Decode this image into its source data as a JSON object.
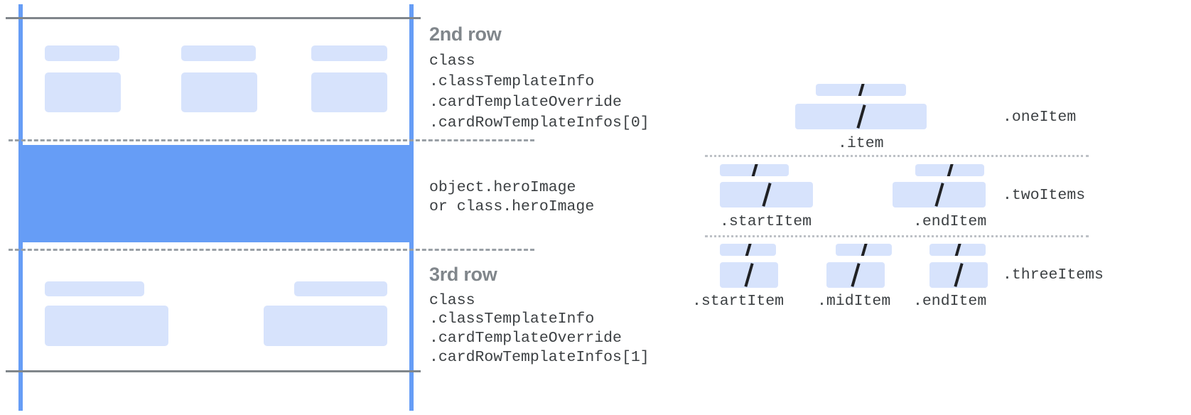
{
  "diagram": {
    "title_color": "#80868b",
    "accent_blue": "#669df6",
    "placeholder_blue": "#d7e3fc",
    "text_color": "#3c4043",
    "left_panel": {
      "second_row": {
        "title": "2nd row",
        "code_lines": [
          "class",
          ".classTemplateInfo",
          ".cardTemplateOverride",
          ".cardRowTemplateInfos[0]"
        ]
      },
      "hero": {
        "code_lines": [
          "object.heroImage",
          "or class.heroImage"
        ]
      },
      "third_row": {
        "title": "3rd row",
        "code_lines": [
          "class",
          ".classTemplateInfo",
          ".cardTemplateOverride",
          ".cardRowTemplateInfos[1]"
        ]
      }
    },
    "right_panel": {
      "groups": [
        {
          "name": ".oneItem",
          "items": [
            {
              "label": ".item"
            }
          ]
        },
        {
          "name": ".twoItems",
          "items": [
            {
              "label": ".startItem"
            },
            {
              "label": ".endItem"
            }
          ]
        },
        {
          "name": ".threeItems",
          "items": [
            {
              "label": ".startItem"
            },
            {
              "label": ".midItem"
            },
            {
              "label": ".endItem"
            }
          ]
        }
      ]
    }
  }
}
